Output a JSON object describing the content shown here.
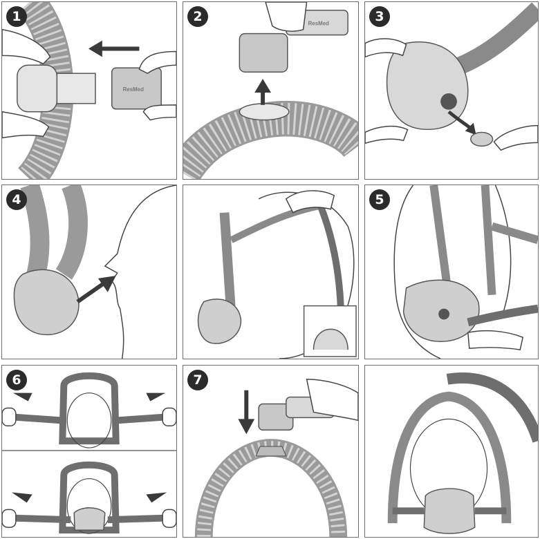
{
  "steps": {
    "s1": "1",
    "s2": "2",
    "s3": "3",
    "s4": "4",
    "s5": "5",
    "s6": "6",
    "s7": "7"
  },
  "brand_mark": "ResMed",
  "colors": {
    "badge_bg": "#2b2b2b",
    "outline": "#555555",
    "mask_gray": "#b9b9b9",
    "tube_gray": "#c8c8c8",
    "strap_dark": "#6e6e6e",
    "arrow": "#3a3a3a"
  },
  "icons": [
    "direction-arrow-icon",
    "hand-icon",
    "mask-icon",
    "tube-icon",
    "headgear-icon"
  ]
}
